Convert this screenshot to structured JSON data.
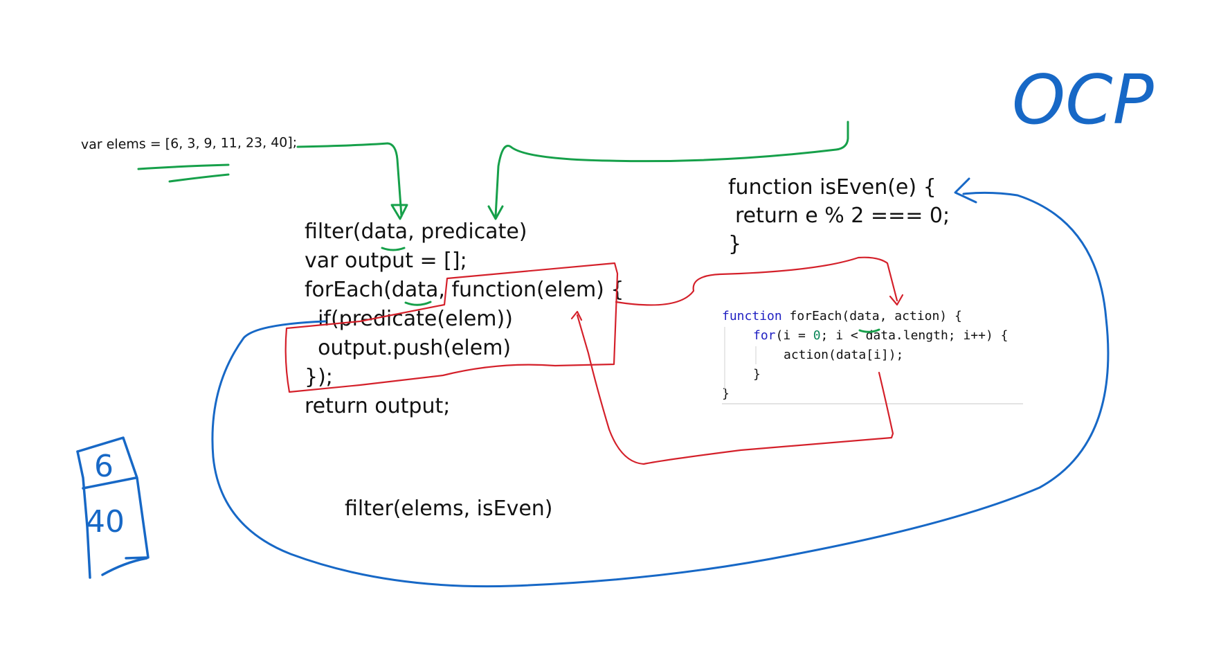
{
  "title_text": "OCP",
  "elems_declaration": "var elems = [6, 3, 9, 11, 23, 40];",
  "filter_code": {
    "line1": "filter(data, predicate)",
    "line2": "var output = [];",
    "line3": "forEach(data, function(elem) {",
    "line4": "  if(predicate(elem))",
    "line5": "  output.push(elem)",
    "line6": "});",
    "line7": "return output;"
  },
  "is_even_code": {
    "line1": "function isEven(e) {",
    "line2": "return e % 2 === 0;",
    "line3": "}"
  },
  "for_each_code": {
    "line1_keyword": "function",
    "line1_rest": " forEach(data, action) {",
    "line2_keyword": "for",
    "line2_a": "(i = ",
    "line2_num": "0",
    "line2_b": "; i < data.length; i++) {",
    "line3": "action(data[i]);",
    "line4": "}",
    "line5": "}"
  },
  "call_text": "filter(elems, isEven)",
  "result_values": [
    "6",
    "40"
  ],
  "colors": {
    "ink_black": "#111111",
    "ink_green": "#16a04a",
    "ink_red": "#d4202a",
    "ink_blue": "#1768c6",
    "code_keyword": "#1f1fc2",
    "code_number": "#098658"
  }
}
